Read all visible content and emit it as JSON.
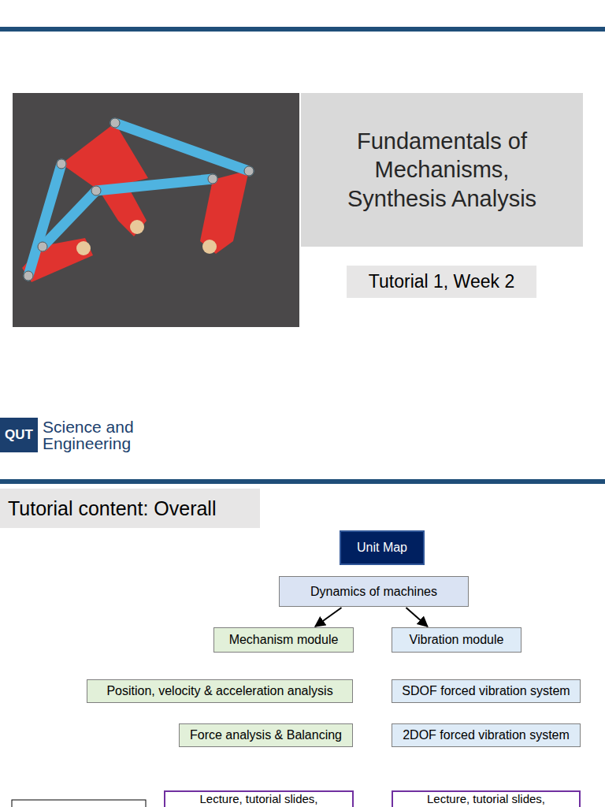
{
  "diagram": {
    "nodes": [
      {
        "text": [
          "Fundamentals of Mechanisms, Synthesis Analysis"
        ]
      },
      {
        "text": [
          "Tutorial 1, Week 2"
        ]
      },
      {
        "text": [
          "QUT"
        ]
      },
      {
        "text": [
          "Tutorial content: Overall"
        ]
      },
      {
        "text": [
          "Unit Map"
        ]
      },
      {
        "text": [
          "Dynamics of machines"
        ]
      },
      {
        "text": [
          "Mechanism module"
        ]
      },
      {
        "text": [
          "Vibration module"
        ]
      },
      {
        "text": [
          "Position, velocity & acceleration analysis"
        ]
      },
      {
        "text": [
          "SDOF forced vibration system"
        ]
      },
      {
        "text": [
          "Force analysis & Balancing"
        ]
      },
      {
        "text": [
          "2DOF forced vibration system"
        ]
      },
      {
        "text": [
          "Lecture, tutorial slides,"
        ]
      },
      {
        "text": [
          "Lecture, tutorial slides,"
        ]
      }
    ],
    "edges": [
      {
        "from": 5,
        "to": 6,
        "arrow": "to"
      },
      {
        "from": 5,
        "to": 7,
        "arrow": "to"
      }
    ],
    "labels": [
      "Science and Engineering"
    ]
  }
}
